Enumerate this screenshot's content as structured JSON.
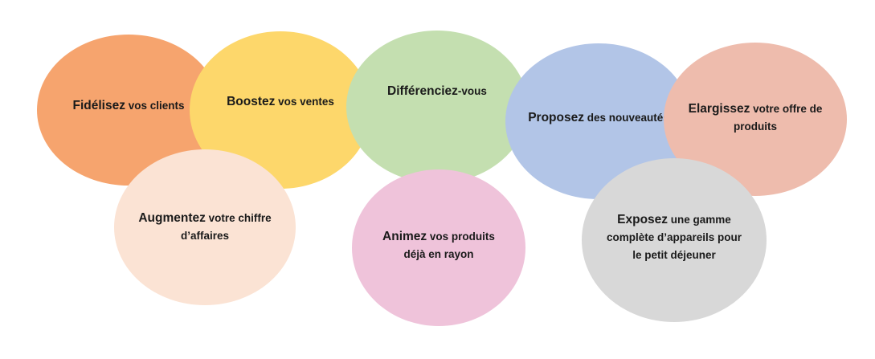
{
  "diagram": {
    "bubbles": [
      {
        "id": "fidelisez",
        "bold": "Fidélisez",
        "rest": " vos clients",
        "color": "#f6a46e"
      },
      {
        "id": "boostez",
        "bold": "Boostez",
        "rest": " vos ventes",
        "color": "#fdd76b"
      },
      {
        "id": "differenciez",
        "bold": "Différenciez",
        "rest": "-vous",
        "color": "#c4dfb0"
      },
      {
        "id": "proposez",
        "bold": "Proposez",
        "rest": " des nouveautés",
        "color": "#b2c5e7"
      },
      {
        "id": "elargissez",
        "bold": "Elargissez",
        "rest": " votre offre de produits",
        "color": "#eebcad"
      },
      {
        "id": "augmentez",
        "bold": "Augmentez",
        "rest": " votre chiffre d’affaires",
        "color": "#fbe3d4"
      },
      {
        "id": "animez",
        "bold": "Animez",
        "rest": " vos produits déjà en rayon",
        "color": "#efc3da"
      },
      {
        "id": "exposez",
        "bold": "Exposez",
        "rest": " une gamme complète d’appareils pour le petit déjeuner",
        "color": "#d8d8d8"
      }
    ]
  }
}
